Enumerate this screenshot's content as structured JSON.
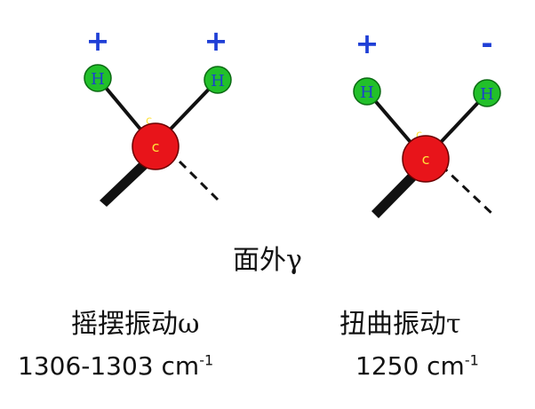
{
  "colors": {
    "sign": "#1f3fd6",
    "hydrogen_fill": "#22c02a",
    "hydrogen_text": "#1c3fd0",
    "carbon_fill": "#e8141a",
    "carbon_text": "#ffe23a",
    "bond": "#111111"
  },
  "left_molecule": {
    "sign_left": "+",
    "sign_right": "+",
    "hydrogen_label": "H",
    "carbon_label": "c",
    "hidden_label": "c"
  },
  "right_molecule": {
    "sign_left": "+",
    "sign_right": "-",
    "hydrogen_label": "H",
    "carbon_label": "c",
    "hidden_label": "c"
  },
  "subtitle": "面外γ",
  "modes": [
    {
      "name": "摇摆振动ω",
      "freq_value": "1306-1303 cm",
      "freq_exp": "-1"
    },
    {
      "name": "扭曲振动τ",
      "freq_value": "1250 cm",
      "freq_exp": "-1"
    }
  ]
}
